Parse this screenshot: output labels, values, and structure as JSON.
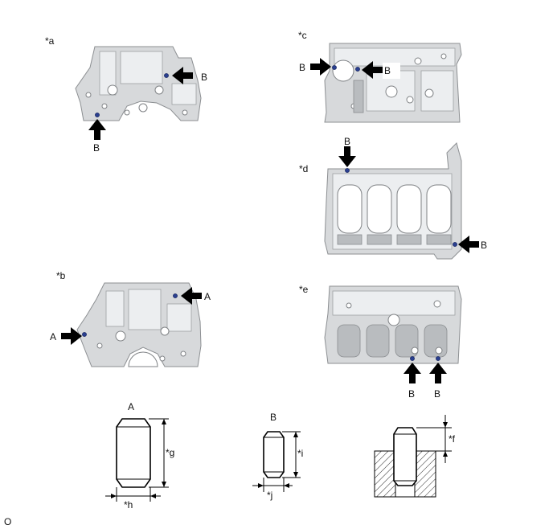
{
  "views": [
    {
      "id": "a",
      "label": "*a",
      "callouts": [
        "B",
        "B"
      ]
    },
    {
      "id": "b",
      "label": "*b",
      "callouts": [
        "A",
        "A"
      ]
    },
    {
      "id": "c",
      "label": "*c",
      "callouts": [
        "B",
        "B"
      ]
    },
    {
      "id": "d",
      "label": "*d",
      "callouts": [
        "B",
        "B"
      ]
    },
    {
      "id": "e",
      "label": "*e",
      "callouts": [
        "B",
        "B"
      ]
    }
  ],
  "pins": {
    "pin_a": {
      "title": "A",
      "height_label": "*g",
      "width_label": "*h"
    },
    "pin_b": {
      "title": "B",
      "height_label": "*i",
      "width_label": "*j"
    },
    "installed": {
      "protrusion_label": "*f"
    }
  },
  "corner_label": "O"
}
